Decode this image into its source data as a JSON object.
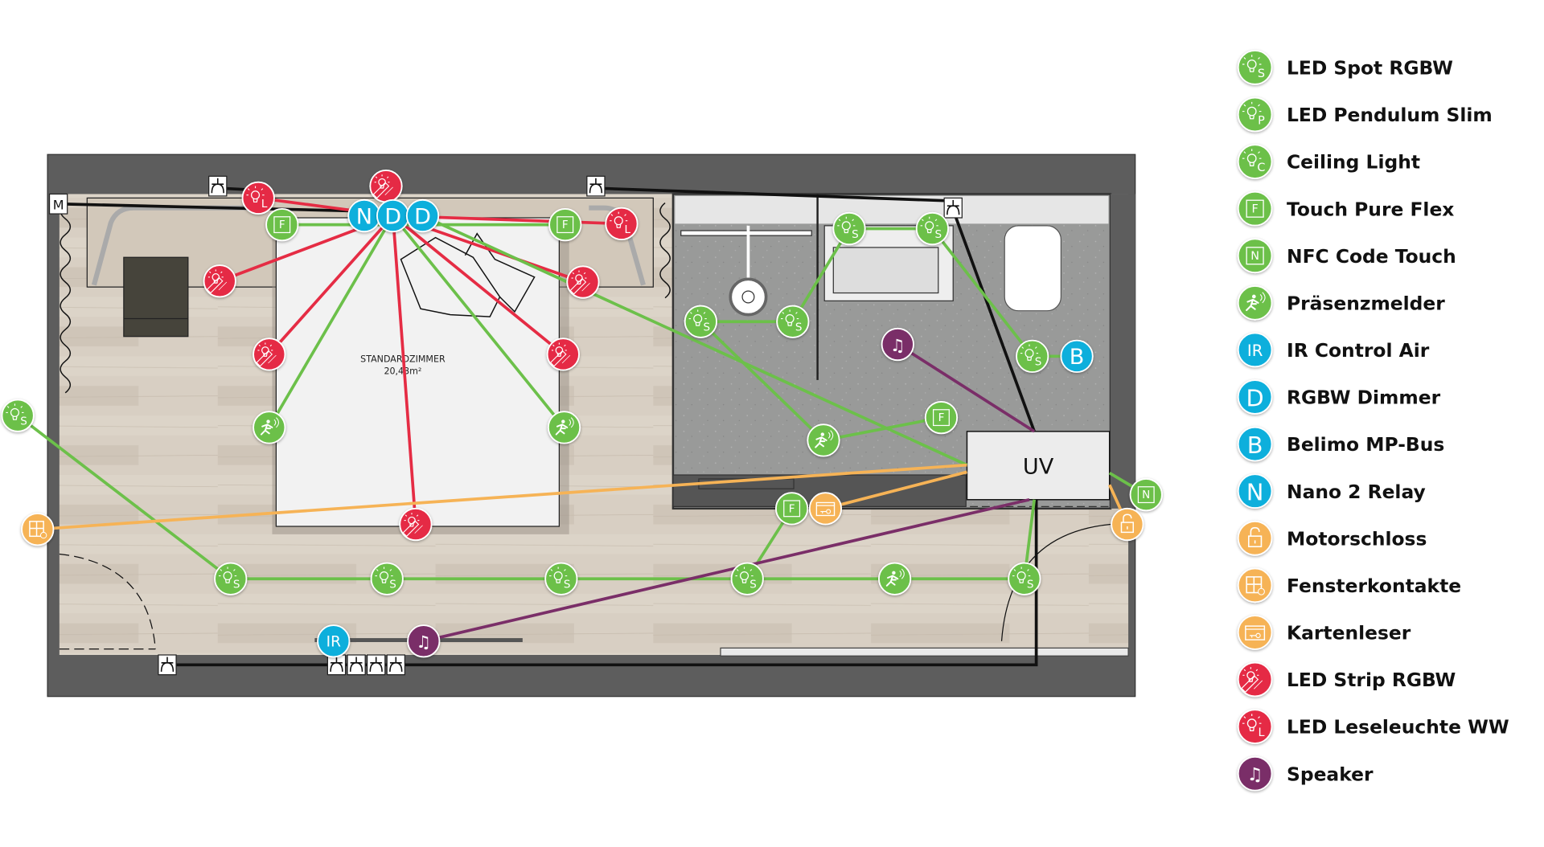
{
  "colors": {
    "green": "#6cc04a",
    "blue": "#0aafdc",
    "orange": "#f6b356",
    "red": "#e52c44",
    "purple": "#7a2e68"
  },
  "legend": [
    {
      "key": "spot",
      "label": "LED Spot RGBW",
      "marker": "S",
      "color": "green",
      "icon": "bulb-icon"
    },
    {
      "key": "pendulum",
      "label": "LED Pendulum Slim",
      "marker": "P",
      "color": "green",
      "icon": "bulb-icon"
    },
    {
      "key": "ceiling",
      "label": "Ceiling Light",
      "marker": "C",
      "color": "green",
      "icon": "bulb-icon"
    },
    {
      "key": "flex",
      "label": "Touch Pure Flex",
      "marker": "F",
      "color": "green",
      "icon": "touch-panel-icon"
    },
    {
      "key": "nfc",
      "label": "NFC Code Touch",
      "marker": "N",
      "color": "green",
      "icon": "touch-panel-icon"
    },
    {
      "key": "presence",
      "label": "Präsenzmelder",
      "marker": "",
      "color": "green",
      "icon": "presence-sensor-icon"
    },
    {
      "key": "ir",
      "label": "IR Control Air",
      "marker": "IR",
      "color": "blue",
      "icon": "text-icon"
    },
    {
      "key": "dimmer",
      "label": "RGBW Dimmer",
      "marker": "D",
      "color": "blue",
      "icon": "text-icon"
    },
    {
      "key": "belimo",
      "label": "Belimo MP-Bus",
      "marker": "B",
      "color": "blue",
      "icon": "text-icon"
    },
    {
      "key": "relay",
      "label": "Nano 2 Relay",
      "marker": "N",
      "color": "blue",
      "icon": "text-icon"
    },
    {
      "key": "lock",
      "label": "Motorschloss",
      "marker": "",
      "color": "orange",
      "icon": "lock-icon"
    },
    {
      "key": "window",
      "label": "Fensterkontakte",
      "marker": "",
      "color": "orange",
      "icon": "window-icon"
    },
    {
      "key": "card",
      "label": "Kartenleser",
      "marker": "",
      "color": "orange",
      "icon": "card-reader-icon"
    },
    {
      "key": "strip",
      "label": "LED Strip RGBW",
      "marker": "",
      "color": "red",
      "icon": "led-strip-icon"
    },
    {
      "key": "lese",
      "label": "LED Leseleuchte WW",
      "marker": "L",
      "color": "red",
      "icon": "bulb-icon"
    },
    {
      "key": "speaker",
      "label": "Speaker",
      "marker": "♫",
      "color": "purple",
      "icon": "speaker-icon"
    }
  ],
  "plan": {
    "room_name": "STANDARDZIMMER",
    "room_area": "20,43m²",
    "distribution_box": "UV",
    "motor_marker": "M"
  }
}
